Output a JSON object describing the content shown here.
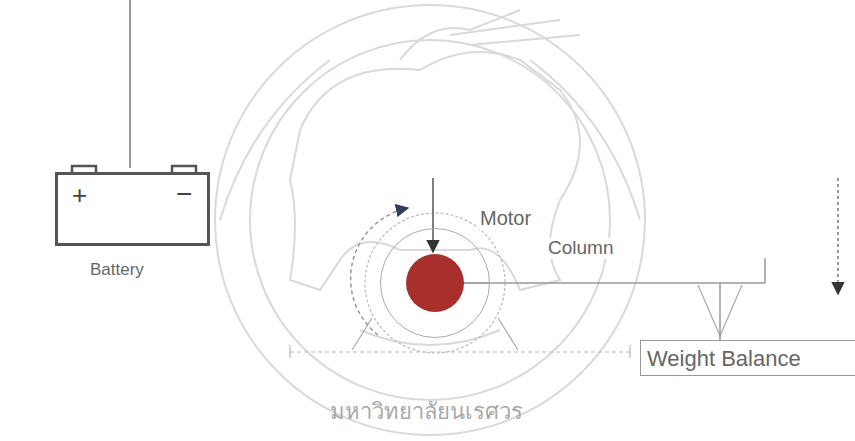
{
  "diagram": {
    "nodes": [
      {
        "text": [
          "+",
          "−",
          "Battery"
        ]
      },
      {
        "text": [
          "Motor"
        ]
      },
      {
        "text": [
          "Weight Balance"
        ]
      }
    ],
    "edges": [
      {
        "from": 1,
        "to": 2,
        "arrow": "none",
        "label": "Column"
      }
    ],
    "labels": [
      "มหาวิทยาลัยนเรศวร"
    ]
  }
}
